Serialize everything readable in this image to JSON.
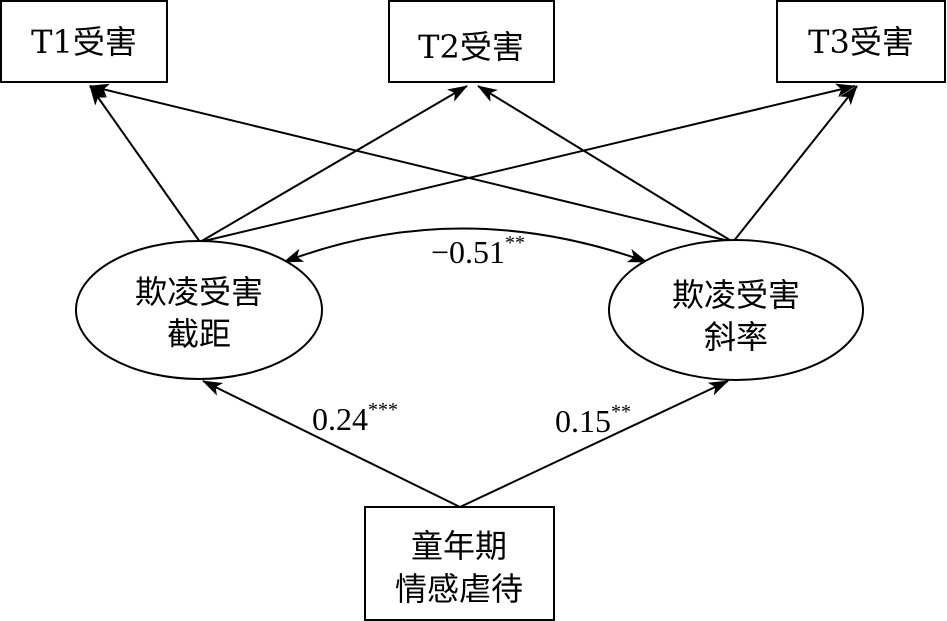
{
  "diagram": {
    "type": "latent-growth-model",
    "observed_nodes": [
      {
        "id": "t1",
        "label": "T1受害"
      },
      {
        "id": "t2",
        "label": "T2受害"
      },
      {
        "id": "t3",
        "label": "T3受害"
      }
    ],
    "latent_nodes": [
      {
        "id": "intercept",
        "lines": [
          "欺凌受害",
          "截距"
        ]
      },
      {
        "id": "slope",
        "lines": [
          "欺凌受害",
          "斜率"
        ]
      }
    ],
    "predictor_node": {
      "id": "abuse",
      "lines": [
        "童年期",
        "情感虐待"
      ]
    },
    "paths": [
      {
        "from": "intercept",
        "to": "t1"
      },
      {
        "from": "intercept",
        "to": "t2"
      },
      {
        "from": "intercept",
        "to": "t3"
      },
      {
        "from": "slope",
        "to": "t1"
      },
      {
        "from": "slope",
        "to": "t2"
      },
      {
        "from": "slope",
        "to": "t3"
      },
      {
        "from": "abuse",
        "to": "intercept",
        "coef": "0.24",
        "sig": "***"
      },
      {
        "from": "abuse",
        "to": "slope",
        "coef": "0.15",
        "sig": "**"
      }
    ],
    "covariance": {
      "between": [
        "intercept",
        "slope"
      ],
      "coef": "−0.51",
      "sig": "**"
    }
  }
}
